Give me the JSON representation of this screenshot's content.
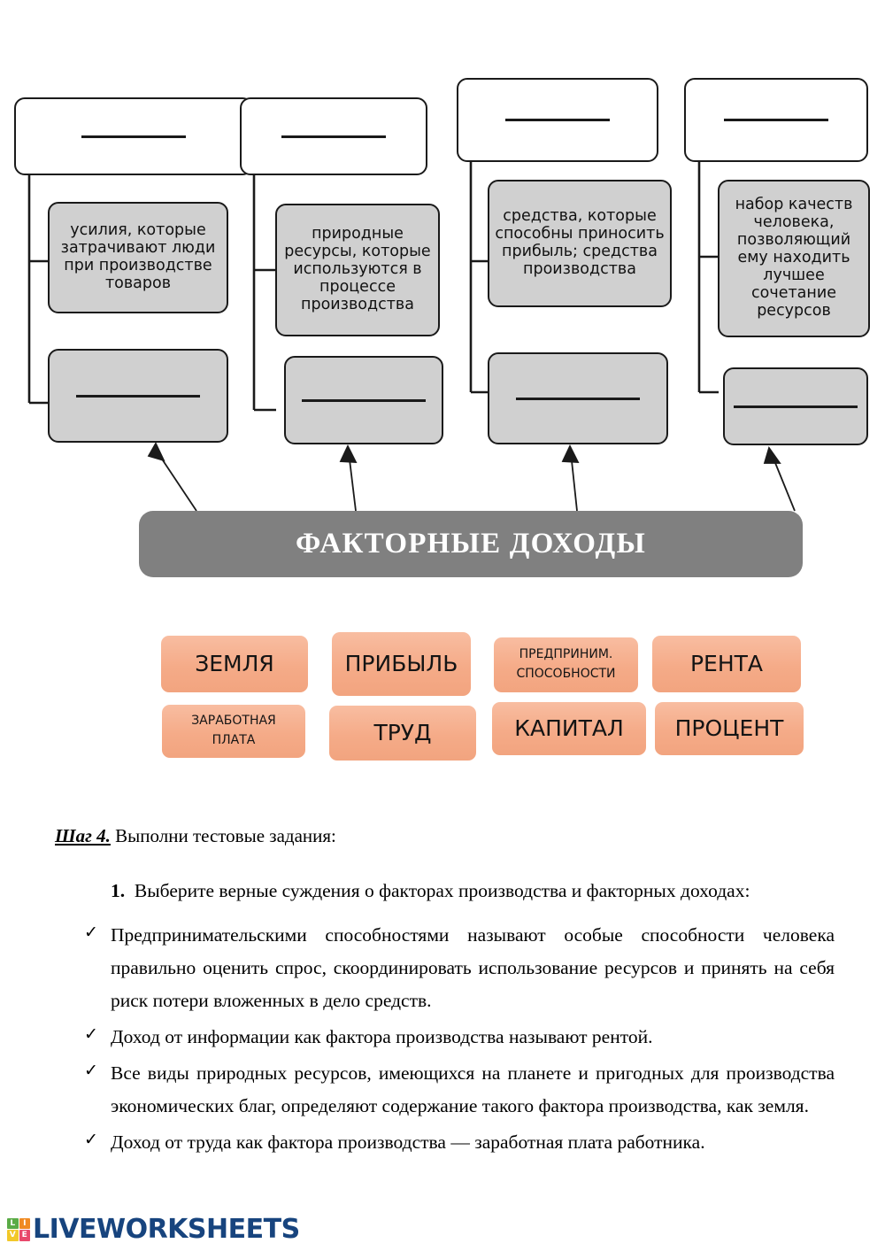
{
  "diagram": {
    "columns": [
      {
        "blank_top": "",
        "description": "усилия, которые затрачивают люди при производстве товаров",
        "blank_answer": ""
      },
      {
        "blank_top": "",
        "description": "природные ресурсы, которые используются в процессе производства",
        "blank_answer": ""
      },
      {
        "blank_top": "",
        "description": "средства, которые способны приносить прибыль; средства производства",
        "blank_answer": ""
      },
      {
        "blank_top": "",
        "description": "набор качеств человека, позволяющий ему находить лучшее сочетание ресурсов",
        "blank_answer": ""
      }
    ],
    "banner": "ФАКТОРНЫЕ ДОХОДЫ",
    "colors": {
      "banner_fill": "#808080",
      "box_fill": "#d0d0d0",
      "tag_fill": "#f5ab88",
      "border": "#1a1a1a"
    }
  },
  "tags": {
    "row1": [
      "ЗЕМЛЯ",
      "ПРИБЫЛЬ",
      "ПРЕДПРИНИМ. СПОСОБНОСТИ",
      "РЕНТА"
    ],
    "row2": [
      "ЗАРАБОТНАЯ ПЛАТА",
      "ТРУД",
      "КАПИТАЛ",
      "ПРОЦЕНТ"
    ],
    "predprinim_line1": "ПРЕДПРИНИМ.",
    "predprinim_line2": "СПОСОБНОСТИ",
    "zarplata_line1": "ЗАРАБОТНАЯ",
    "zarplata_line2": "ПЛАТА"
  },
  "text": {
    "step_label": "Шаг 4.",
    "step_body": " Выполни тестовые задания:",
    "question_number": "1.",
    "question_text": "Выберите верные суждения о факторах производства и факторных доходах:",
    "check_symbol": "✓",
    "items": [
      "Предпринимательскими способностями называют особые способности человека правильно оценить спрос, скоординировать использование ресурсов и принять на себя риск потери вложенных в дело средств.",
      "Доход от информации как фактора производства называют рентой.",
      "Все виды природных ресурсов, имеющихся на планете и пригодных для производства экономических благ, определяют содержание такого фактора производства, как земля.",
      "Доход от труда как фактора производства — заработная плата работника."
    ]
  },
  "logo": {
    "text": "LIVEWORKSHEETS",
    "cells": [
      {
        "letter": "L",
        "color": "#5aab46"
      },
      {
        "letter": "I",
        "color": "#f08a22"
      },
      {
        "letter": "V",
        "color": "#f2c829"
      },
      {
        "letter": "E",
        "color": "#e8486b"
      }
    ],
    "text_color": "#17447e"
  }
}
